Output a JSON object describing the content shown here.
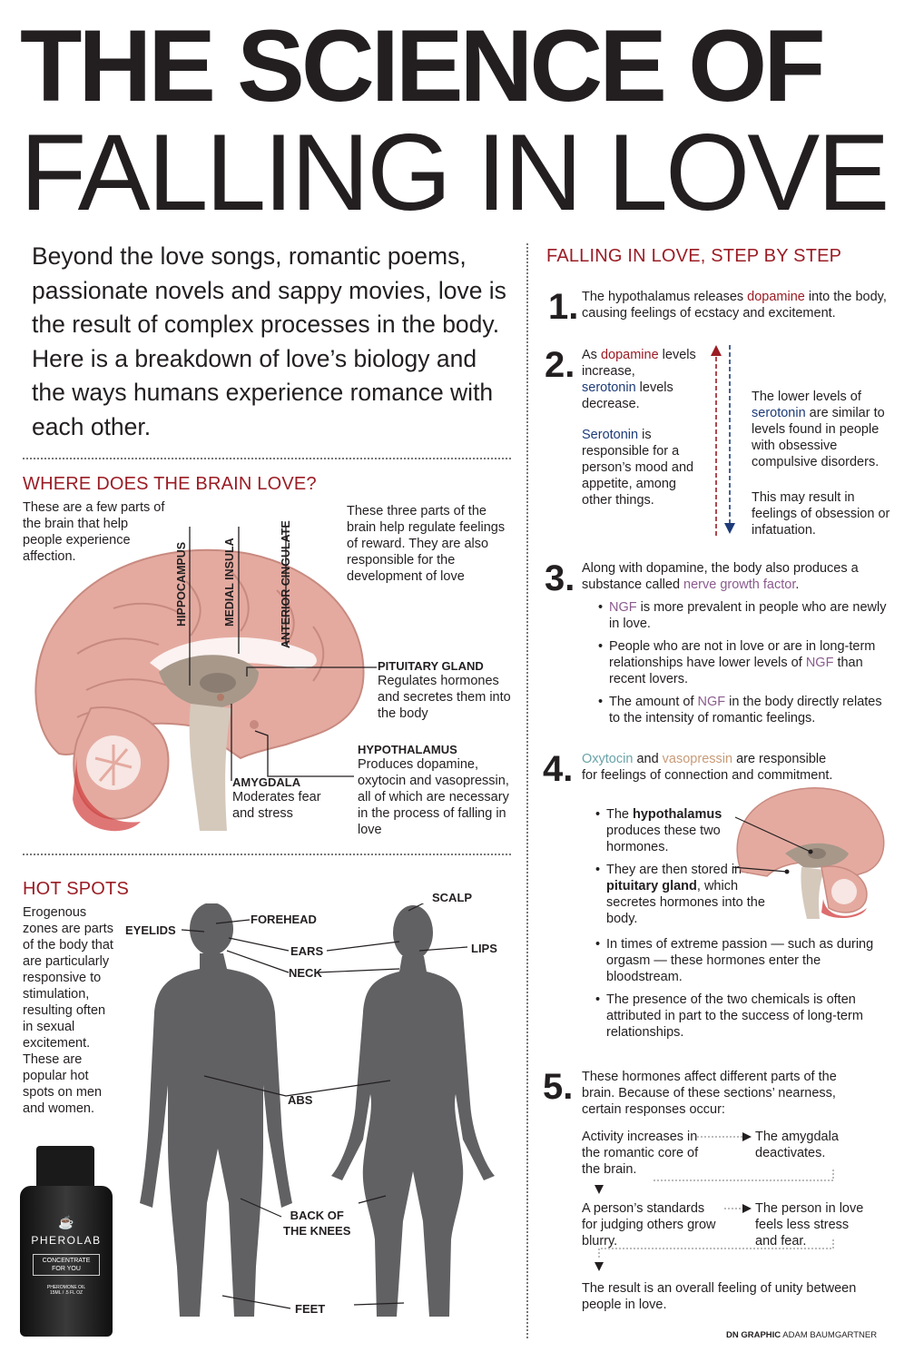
{
  "title": {
    "line1": "THE SCIENCE OF",
    "line2": "FALLING IN LOVE"
  },
  "intro": "Beyond the love songs, romantic poems, passionate novels and sappy movies, love is the result of complex processes in the body. Here is a breakdown of love’s biology and the ways humans experience romance with each other.",
  "brain_section": {
    "heading": "WHERE DOES THE BRAIN LOVE?",
    "left_note": "These are a few parts of the brain that help people experience affection.",
    "right_note": "These three parts of the brain help regulate feelings of reward. They are also responsible for the development of love",
    "labels": {
      "hippocampus": "HIPPOCAMPUS",
      "medial_insula": "MEDIAL INSULA",
      "anterior_cingulate": "ANTERIOR CINGULATE"
    },
    "pituitary": {
      "name": "PITUITARY GLAND",
      "desc": "Regulates hormones and secretes them into the body"
    },
    "hypothalamus": {
      "name": "HYPOTHALAMUS",
      "desc": "Produces dopamine, oxytocin and vasopressin, all of which are necessary in the process of falling in love"
    },
    "amygdala": {
      "name": "AMYGDALA",
      "desc": "Moderates fear and stress"
    }
  },
  "hotspots": {
    "heading": "HOT SPOTS",
    "desc": "Erogenous zones are parts of the body that are particularly responsive to stimulation, resulting often in sexual excitement. These are popular hot spots on men and women.",
    "labels": {
      "eyelids": "EYELIDS",
      "forehead": "FOREHEAD",
      "ears": "EARS",
      "neck": "NECK",
      "scalp": "SCALP",
      "lips": "LIPS",
      "abs": "ABS",
      "knees1": "BACK OF",
      "knees2": "THE KNEES",
      "feet": "FEET"
    },
    "bottle": {
      "brand": "PHEROLAB",
      "label1": "CONCENTRATE",
      "label2": "FOR YOU",
      "small1": "PHEROMONE OIL",
      "small2": "15ML / .5 FL OZ"
    }
  },
  "steps": {
    "heading": "FALLING IN LOVE, STEP BY STEP",
    "s1": {
      "num": "1.",
      "a": "The hypothalamus releases ",
      "dopamine": "dopamine",
      "b": " into the body, causing feelings of ecstacy and excitement."
    },
    "s2": {
      "num": "2.",
      "a": "As ",
      "dopamine": "dopamine",
      "b": " levels increase,",
      "serotonin": "serotonin",
      "c": " levels decrease.",
      "serotonin2": "Serotonin",
      "d": " is responsible for a person’s mood and appetite, among other things.",
      "r1a": "The lower levels of ",
      "r1serotonin": "serotonin",
      "r1b": " are similar to levels found in people with obsessive compulsive disorders.",
      "r2": "This may result in feelings of obsession or infatuation."
    },
    "s3": {
      "num": "3.",
      "a": "Along with dopamine, the body also produces a substance called ",
      "ngf": "nerve growth factor",
      "b": ".",
      "b1_ngf": "NGF",
      "b1": " is more prevalent in people who are newly in love.",
      "b2a": "People who are not in love or are in long-term relationships have lower levels of ",
      "b2_ngf": "NGF",
      "b2b": " than recent lovers.",
      "b3a": "The amount of ",
      "b3_ngf": "NGF",
      "b3b": " in the body directly relates to the intensity of romantic feelings."
    },
    "s4": {
      "num": "4.",
      "oxytocin": "Oxytocin",
      "and": " and ",
      "vasopressin": "vasopressin",
      "a": " are responsible for feelings of connection and commitment.",
      "b1a": "The ",
      "b1bold": "hypothalamus",
      "b1b": " produces these two hormones.",
      "b2a": "They are then stored in the ",
      "b2bold": "pituitary gland",
      "b2b": ", which secretes hormones into the body.",
      "b3": "In times of extreme passion — such as during orgasm — these hormones enter the bloodstream.",
      "b4": "The presence of the two chemicals is often attributed in part to the success of long-term relationships."
    },
    "s5": {
      "num": "5.",
      "a": "These hormones affect different parts of the brain. Because of these sections’ nearness, certain responses occur:",
      "f1": "Activity increases in the romantic core of the brain.",
      "f2": "The amygdala deactivates.",
      "f3": "A person’s standards for judging others grow blurry.",
      "f4": "The person in love feels less stress and fear.",
      "f5": "The result is an overall feeling of unity between people in love."
    }
  },
  "credit": {
    "bold": "DN GRAPHIC",
    "name": " ADAM BAUMGARTNER"
  },
  "colors": {
    "accent_red": "#9b1c24",
    "serotonin_blue": "#1d3b78",
    "ngf_purple": "#8a5b8d",
    "oxytocin_teal": "#6aa3a8",
    "vasopressin_tan": "#c89b78",
    "body_gray": "#616063",
    "brain_pink": "#e4aaa0"
  }
}
